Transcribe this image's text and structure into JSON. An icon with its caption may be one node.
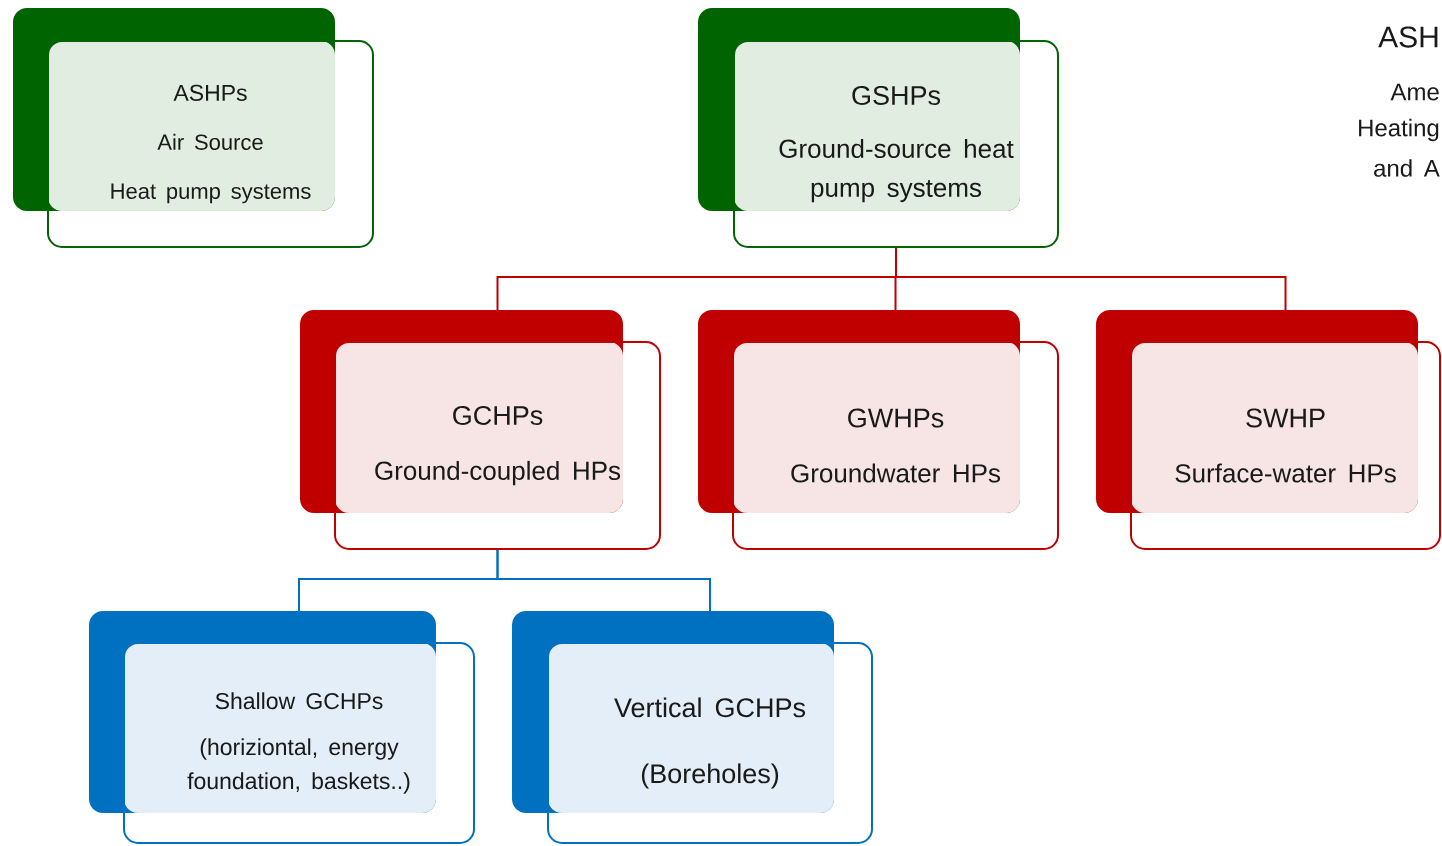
{
  "diagram": {
    "nodes": [
      {
        "text": [
          "ASHPs",
          "Air Source",
          "Heat pump systems"
        ]
      },
      {
        "text": [
          "GSHPs",
          "Ground-source heat pump systems"
        ]
      },
      {
        "text": [
          "GCHPs",
          "Ground-coupled HPs"
        ]
      },
      {
        "text": [
          "GWHPs",
          "Groundwater HPs"
        ]
      },
      {
        "text": [
          "SWHP",
          "Surface-water HPs"
        ]
      },
      {
        "text": [
          "Shallow GCHPs",
          "(horiziontal, energy foundation, baskets..)"
        ]
      },
      {
        "text": [
          "Vertical GCHPs",
          "(Boreholes)"
        ]
      }
    ],
    "edges": [
      {
        "from": 1,
        "to": 2,
        "arrow": "none"
      },
      {
        "from": 1,
        "to": 3,
        "arrow": "none"
      },
      {
        "from": 1,
        "to": 4,
        "arrow": "none"
      },
      {
        "from": 2,
        "to": 5,
        "arrow": "none",
        "color": "#0070c0"
      },
      {
        "from": 2,
        "to": 6,
        "arrow": "none",
        "color": "#0070c0"
      }
    ],
    "labels": [
      "ASH",
      "Ame",
      "Heating",
      "and A"
    ]
  }
}
